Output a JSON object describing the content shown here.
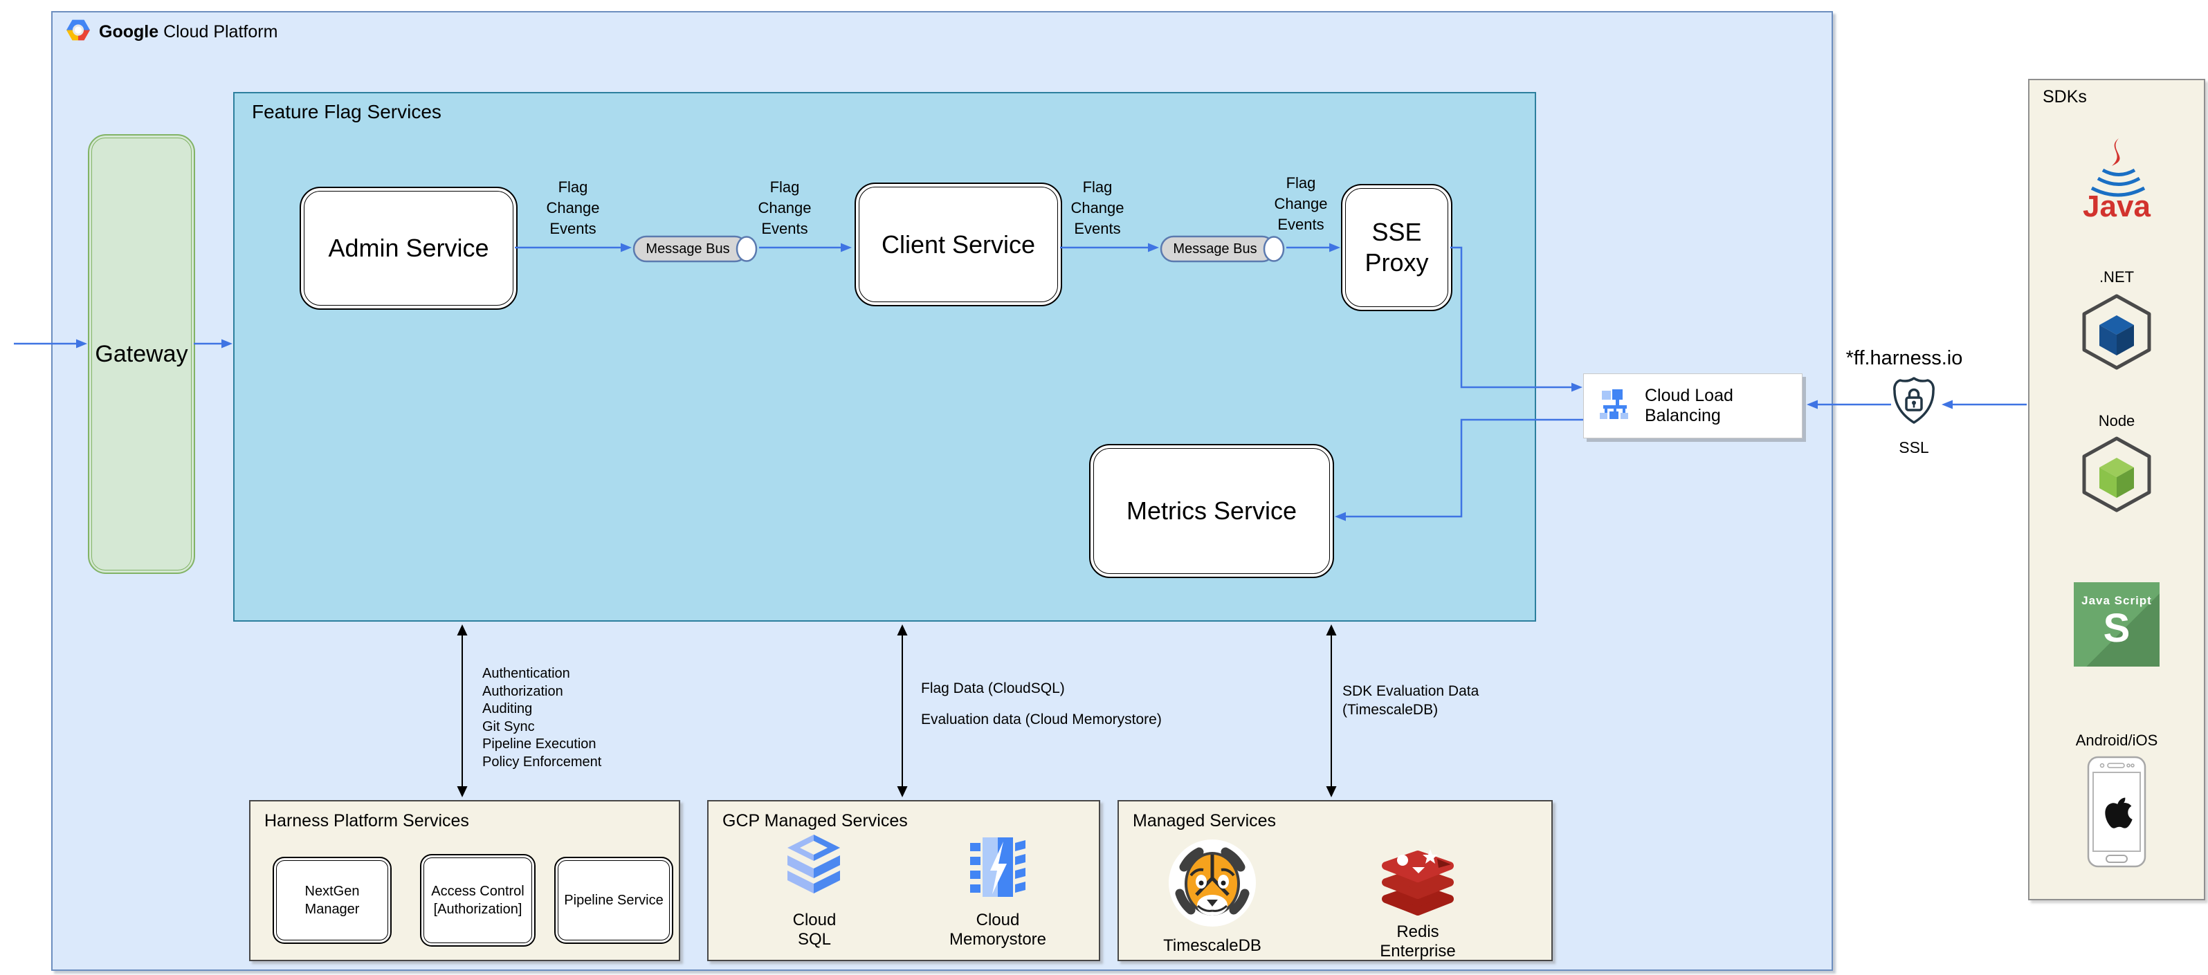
{
  "header": {
    "brand_bold": "Google",
    "brand_rest": "Cloud Platform"
  },
  "gateway": {
    "label": "Gateway"
  },
  "ff": {
    "title": "Feature Flag Services",
    "admin": "Admin Service",
    "client": "Client Service",
    "sse": "SSE Proxy",
    "metrics": "Metrics Service",
    "bus": "Message Bus",
    "flag_change_events": [
      "Flag",
      "Change",
      "Events"
    ]
  },
  "clb": {
    "label": "Cloud Load Balancing"
  },
  "ssl": {
    "domain": "*ff.harness.io",
    "label": "SSL"
  },
  "sdks": {
    "title": "SDKs",
    "java_label": "Java",
    "dotnet_label": ".NET",
    "node_label": "Node",
    "js_label": "Java Script",
    "js_letter": "S",
    "mobile_label": "Android/iOS"
  },
  "edges": {
    "platform": [
      "Authentication",
      "Authorization",
      "Auditing",
      "Git Sync",
      "Pipeline Execution",
      "Policy Enforcement"
    ],
    "flag_data": "Flag Data (CloudSQL)",
    "eval_data": "Evaluation data (Cloud Memorystore)",
    "sdk_eval": [
      "SDK Evaluation Data",
      "(TimescaleDB)"
    ]
  },
  "panels": {
    "harness": {
      "title": "Harness Platform Services",
      "boxes": [
        "NextGen Manager",
        "Access Control [Authorization]",
        "Pipeline Service"
      ]
    },
    "gcp": {
      "title": "GCP Managed Services",
      "sql": [
        "Cloud",
        "SQL"
      ],
      "memorystore": [
        "Cloud",
        "Memorystore"
      ]
    },
    "managed": {
      "title": "Managed Services",
      "timescale": "TimescaleDB",
      "redis": [
        "Redis",
        "Enterprise"
      ]
    }
  },
  "colors": {
    "outer_fill": "#dbe9fb",
    "outer_border": "#6c8ebf",
    "ff_fill": "#abdbee",
    "ff_border": "#2d7f9e",
    "gateway_fill": "#d5e8d4",
    "gateway_border": "#82b366",
    "panel_fill": "#f5f2e5",
    "arrow_blue": "#3f74e3",
    "google_blue": "#4285f4",
    "redis_red": "#b3281f",
    "tiger_orange": "#f6a21d",
    "js_green": "#6aa86c"
  },
  "icons": {
    "google-cloud-logo": "colored hexagon",
    "message-bus-cylinder": "horizontal cylinder",
    "load-balancer-icon": "blue node tree",
    "ssl-shield-icon": "shield with padlock",
    "java-logo": "coffee cup with steam",
    "dotnet-cube-icon": "blue cube in hexagon",
    "node-cube-icon": "green cube in hexagon",
    "javascript-icon": "green square with S",
    "mobile-phone-icon": "smartphone with apple logo",
    "cloud-sql-icon": "layered database",
    "memorystore-icon": "chip with lightning bolt",
    "timescaledb-icon": "tiger face",
    "redis-icon": "stacked red database"
  }
}
